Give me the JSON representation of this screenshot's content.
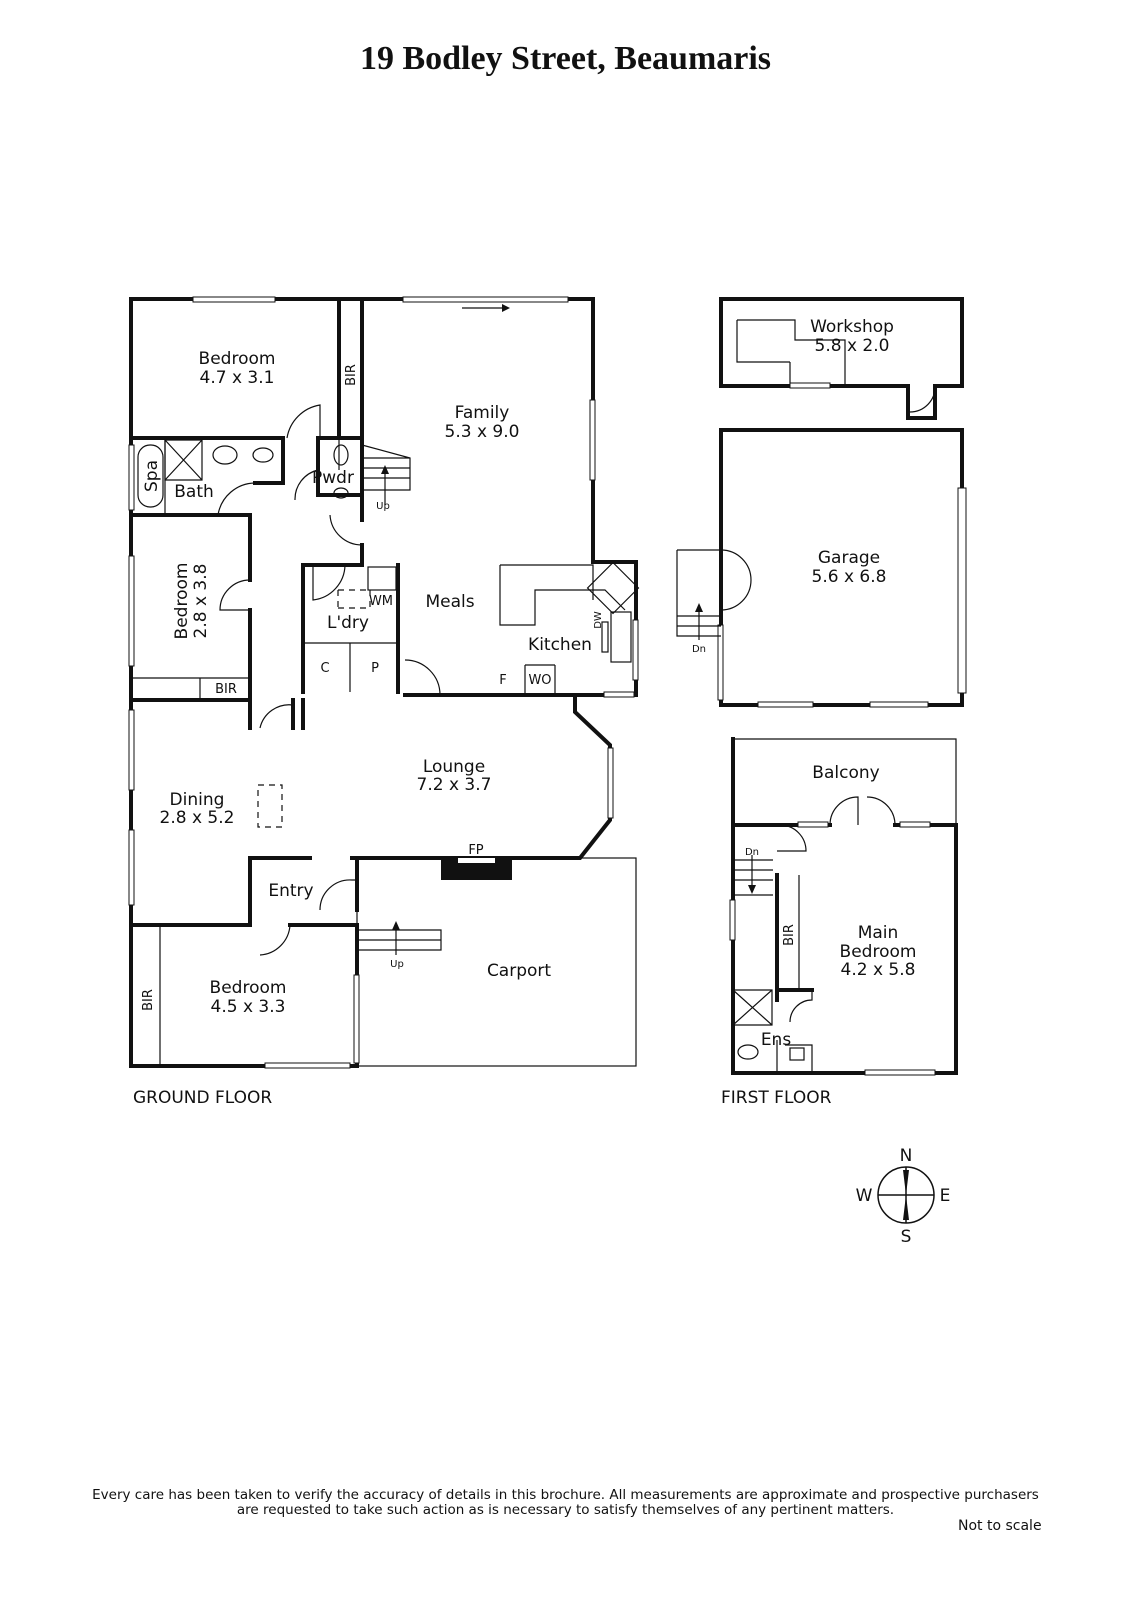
{
  "title": "19 Bodley Street, Beaumaris",
  "ground_floor": {
    "label": "GROUND FLOOR",
    "rooms": {
      "bedroom1": {
        "name": "Bedroom",
        "size": "4.7 x 3.1"
      },
      "family": {
        "name": "Family",
        "size": "5.3 x 9.0"
      },
      "bath": "Bath",
      "spa": "Spa",
      "pwdr": "Pwdr",
      "bedroom2": {
        "name": "Bedroom",
        "size": "2.8 x 3.8"
      },
      "laundry": "L'dry",
      "wm": "WM",
      "meals": "Meals",
      "kitchen": "Kitchen",
      "dw": "DW",
      "c": "C",
      "p": "P",
      "f": "F",
      "wo": "WO",
      "lounge": {
        "name": "Lounge",
        "size": "7.2 x 3.7"
      },
      "dining": {
        "name": "Dining",
        "size": "2.8 x 5.2"
      },
      "entry": "Entry",
      "fp": "FP",
      "bedroom3": {
        "name": "Bedroom",
        "size": "4.5 x 3.3"
      },
      "carport": "Carport",
      "bir": "BIR",
      "up": "Up"
    }
  },
  "first_floor": {
    "label": "FIRST FLOOR",
    "rooms": {
      "workshop": {
        "name": "Workshop",
        "size": "5.8 x 2.0"
      },
      "garage": {
        "name": "Garage",
        "size": "5.6 x 6.8"
      },
      "balcony": "Balcony",
      "main_bedroom": {
        "name1": "Main",
        "name2": "Bedroom",
        "size": "4.2 x 5.8"
      },
      "ens": "Ens",
      "bir": "BIR",
      "dn": "Dn"
    }
  },
  "compass": {
    "n": "N",
    "s": "S",
    "e": "E",
    "w": "W"
  },
  "disclaimer": {
    "line1": "Every care has been taken to verify the accuracy of details in this brochure.  All measurements are approximate and prospective purchasers",
    "line2": "are requested to take such action as is necessary to satisfy themselves of any pertinent matters."
  },
  "not_to_scale": "Not to scale"
}
